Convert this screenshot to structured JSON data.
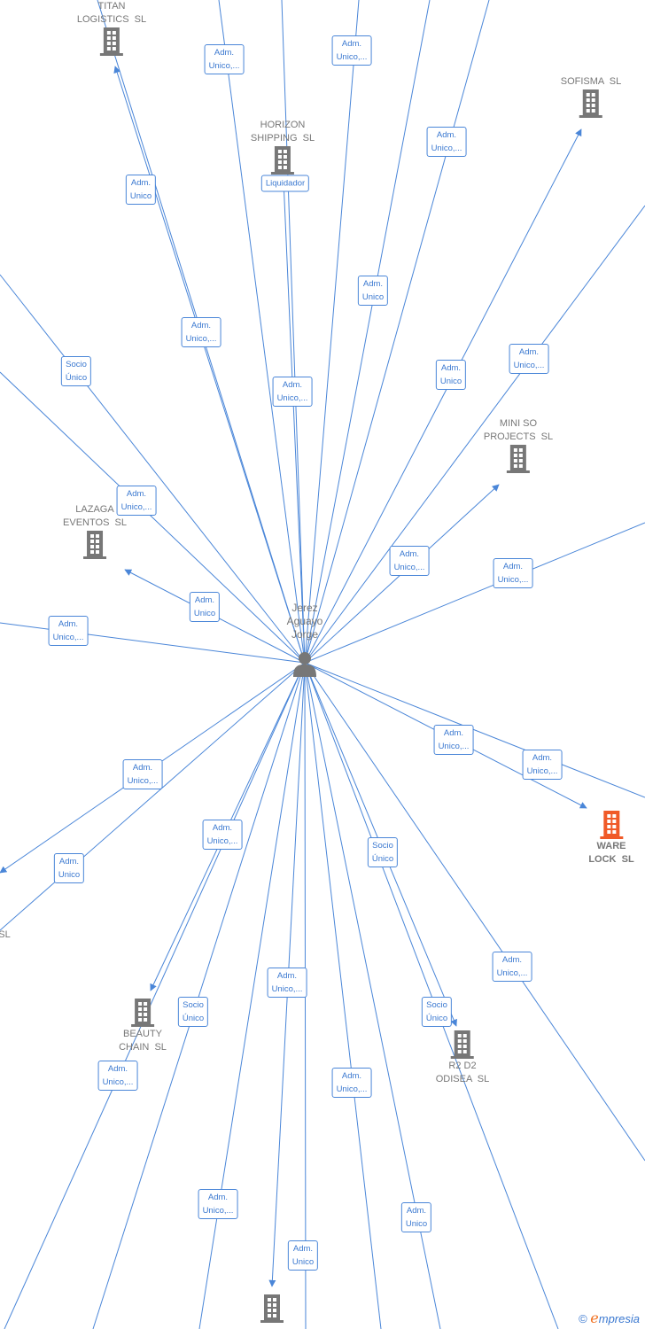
{
  "center": {
    "name": "Jerez\nAguayo\nJorge",
    "icon": "person-icon"
  },
  "colors": {
    "edge": "#4a86d8",
    "node": "#777777",
    "highlight": "#f05a28"
  },
  "nodes": [
    {
      "id": "titan",
      "name": "TITAN\nLOGISTICS  SL"
    },
    {
      "id": "horizon",
      "name": "HORIZON\nSHIPPING  SL"
    },
    {
      "id": "sofisma",
      "name": "SOFISMA  SL"
    },
    {
      "id": "miniso",
      "name": "MINI SO\nPROJECTS  SL"
    },
    {
      "id": "lazaga",
      "name": "LAZAGA\nEVENTOS  SL"
    },
    {
      "id": "ware",
      "name": "WARE\nLOCK  SL",
      "highlight": true
    },
    {
      "id": "beauty",
      "name": "BEAUTY\nCHAIN  SL"
    },
    {
      "id": "r2d2",
      "name": "R2 D2\nODISEA  SL"
    },
    {
      "id": "partial",
      "name": "SL"
    },
    {
      "id": "bottom",
      "name": ""
    }
  ],
  "edge_labels": [
    "Adm.\nUnico,...",
    "Adm.\nUnico,...",
    "Adm.\nUnico,...",
    "Adm.\nUnico",
    "Adm.\nUnico",
    "Adm.\nUnico,...",
    "Liquidador",
    "Adm.\nUnico,...",
    "Adm.\nUnico",
    "Adm.\nUnico,...",
    "Adm.\nUnico,...",
    "Adm.\nUnico,...",
    "Socio\nÚnico",
    "Adm.\nUnico,...",
    "Adm.\nUnico",
    "Adm.\nUnico,...",
    "Adm.\nUnico,...",
    "Adm.\nUnico",
    "Adm.\nUnico,...",
    "Adm.\nUnico,...",
    "Socio\nÚnico",
    "Adm.\nUnico,...",
    "Adm.\nUnico,...",
    "Adm.\nUnico",
    "Adm.\nUnico,...",
    "Adm.\nUnico",
    "Socio\nÚnico",
    "Socio\nÚnico",
    "Adm.\nUnico,...",
    "Adm.\nUnico,...",
    "Adm.\nUnico,..."
  ],
  "footer": {
    "copyright": "©",
    "brand_e": "e",
    "brand_rest": "mpresia"
  }
}
